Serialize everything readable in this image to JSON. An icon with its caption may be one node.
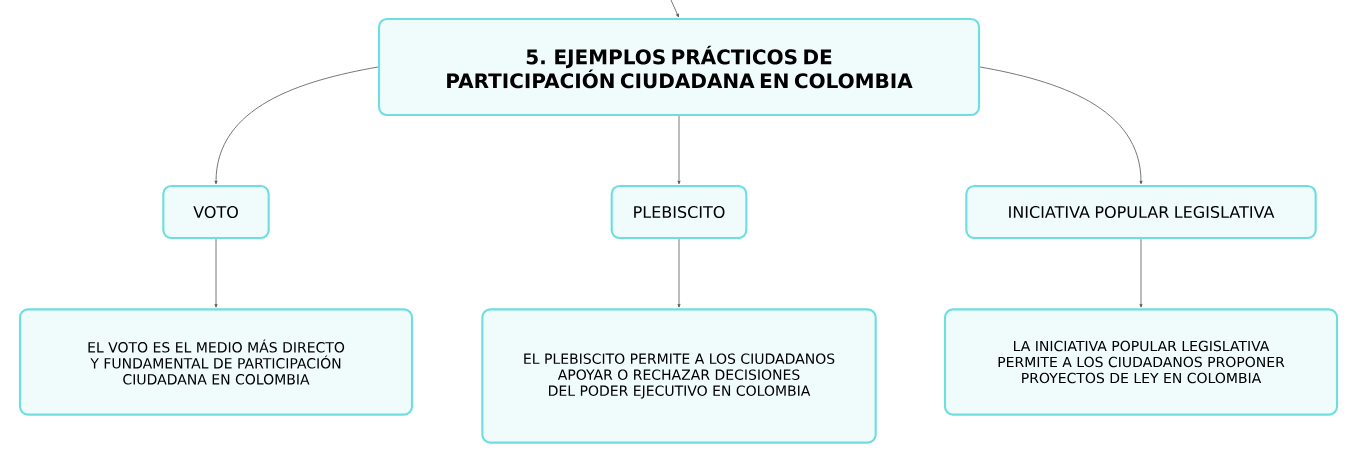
{
  "diagram": {
    "nodes": [
      {
        "text": [
          "5. EJEMPLOS PRÁCTICOS DE PARTICIPACIÓN CIUDADANA EN COLOMBIA"
        ]
      },
      {
        "text": [
          "VOTO"
        ]
      },
      {
        "text": [
          "PLEBISCITO"
        ]
      },
      {
        "text": [
          "INICIATIVA POPULAR LEGISLATIVA"
        ]
      },
      {
        "text": [
          "EL VOTO ES EL MEDIO MÁS DIRECTO Y FUNDAMENTAL DE PARTICIPACIÓN CIUDADANA EN COLOMBIA"
        ]
      },
      {
        "text": [
          "EL PLEBISCITO PERMITE A LOS CIUDADANOS APOYAR O RECHAZAR DECISIONES DEL PODER EJECUTIVO EN COLOMBIA"
        ]
      },
      {
        "text": [
          "LA INICIATIVA POPULAR LEGISLATIVA PERMITE A LOS CIUDADANOS PROPONER PROYECTOS DE LEY EN COLOMBIA"
        ]
      }
    ],
    "edges": [
      {
        "from": null,
        "to": 0,
        "arrow": "to"
      },
      {
        "from": 0,
        "to": 1,
        "arrow": "to"
      },
      {
        "from": 0,
        "to": 2,
        "arrow": "to"
      },
      {
        "from": 0,
        "to": 3,
        "arrow": "to"
      },
      {
        "from": 1,
        "to": 4,
        "arrow": "to"
      },
      {
        "from": 2,
        "to": 5,
        "arrow": "to"
      },
      {
        "from": 3,
        "to": 6,
        "arrow": "to"
      }
    ]
  }
}
